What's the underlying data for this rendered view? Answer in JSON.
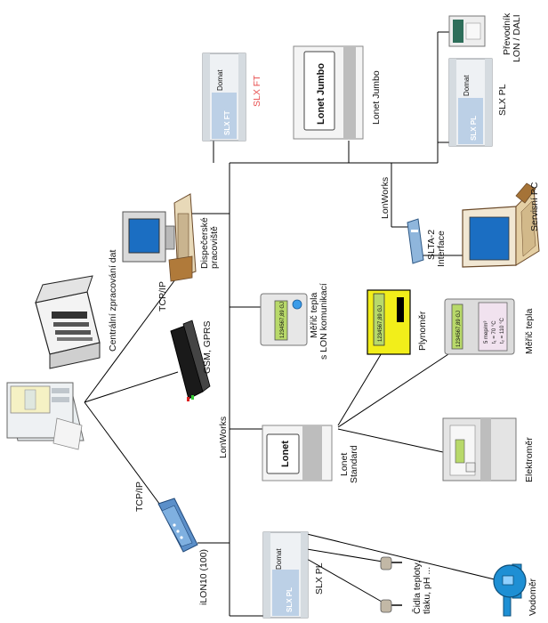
{
  "diagram": {
    "labels": {
      "central": "Centrální zpracování dat",
      "tcpip_top": "TCP/IP",
      "tcpip_left": "TCP/IP",
      "gsm": "GSM, GPRS",
      "dispatch_l1": "Dispečerské",
      "dispatch_l2": "pracoviště",
      "lonworks_left": "LonWorks",
      "lonworks_right": "LonWorks",
      "ilon": "iLON10 (100)",
      "slx_pl_bottom": "SLX PL",
      "slx_pl_top": "SLX PL",
      "slx_ft": "SLX FT",
      "lonet_jumbo": "Lonet Jumbo",
      "lonet_standard_l1": "Lonet",
      "lonet_standard_l2": "Standard",
      "heat_lon_l1": "Měřič tepla",
      "heat_lon_l2": "s LON komunikací",
      "gas": "Plynoměr",
      "heat": "Měřič tepla",
      "electric": "Elektroměr",
      "water": "Vodoměr",
      "sensors_l1": "Čidla teploty,",
      "sensors_l2": "tlaku, pH ...",
      "slta_l1": "SLTA-2",
      "slta_l2": "Interface",
      "service_pc": "Servisní PC",
      "converter_l1": "Převodník",
      "converter_l2": "LON / DALI"
    },
    "device_text": {
      "lonet_badge_jumbo": "Lonet Jumbo",
      "lonet_badge_std": "Lonet",
      "slx_brand": "Domat",
      "slx_pl_model": "SLX PL",
      "slx_ft_model": "SLX FT",
      "meter_reading": "1234567,89 GJ",
      "heat_line1": "5 mep/m³",
      "heat_line2": "t₁ = 70 °C",
      "heat_line3": "t₂ = 110 °C"
    },
    "colors": {
      "display_green": "#b8d96a",
      "gas_meter": "#f2ee1a",
      "blue_indicator": "#3b9ce8",
      "water_meter": "#1e8fd4",
      "screen_blue": "#1b6ec2",
      "ilon_blue": "#5b8fc9",
      "slx_ft_label": "#e85050"
    }
  }
}
